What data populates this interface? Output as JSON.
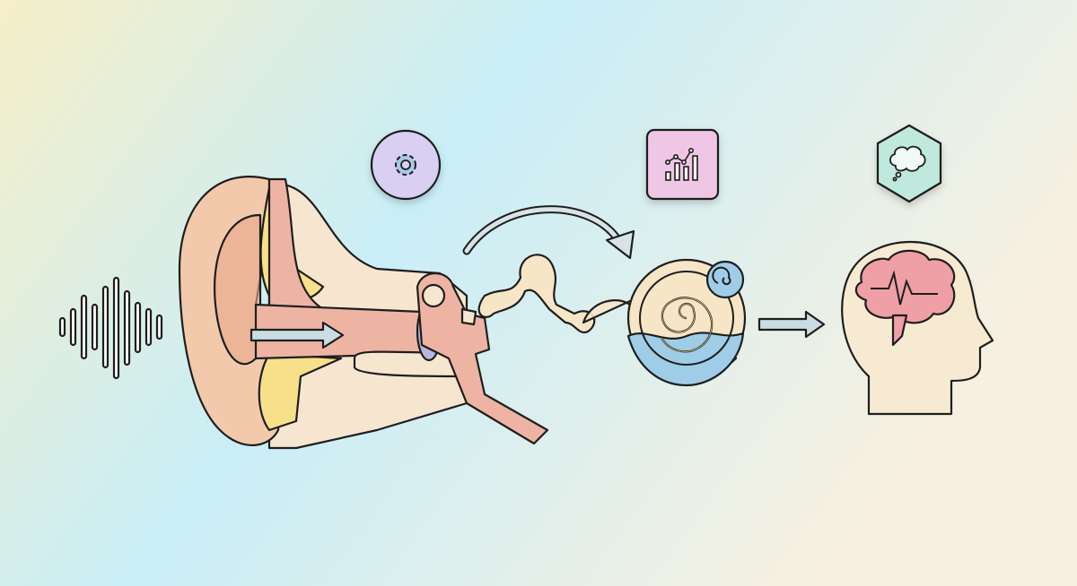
{
  "illustration": {
    "stages": [
      {
        "id": "sound-wave",
        "icon": "sound-wave-icon"
      },
      {
        "id": "outer-and-middle-ear",
        "icon": "gear-icon",
        "badge_shape": "circle",
        "badge_color": "#d9cff3"
      },
      {
        "id": "ossicles-and-cochlea",
        "icon": "chart-icon",
        "badge_shape": "rounded-square",
        "badge_color": "#f0c6e6"
      },
      {
        "id": "brain",
        "icon": "thought-bubble-icon",
        "badge_shape": "hexagon",
        "badge_color": "#bfe9dd"
      }
    ],
    "colors": {
      "background_left": "#f6efc8",
      "background_center": "#c9eef7",
      "background_right": "#f7f0e0",
      "skin": "#f3c9ac",
      "skin_dark": "#e9a98a",
      "cartilage": "#f8e08a",
      "canal": "#eeb4a3",
      "bone": "#f6e6c6",
      "fluid": "#9fcde8",
      "brain": "#ef9fa6",
      "outline": "#1e1e1e",
      "arrow": "#c9dde2"
    }
  }
}
